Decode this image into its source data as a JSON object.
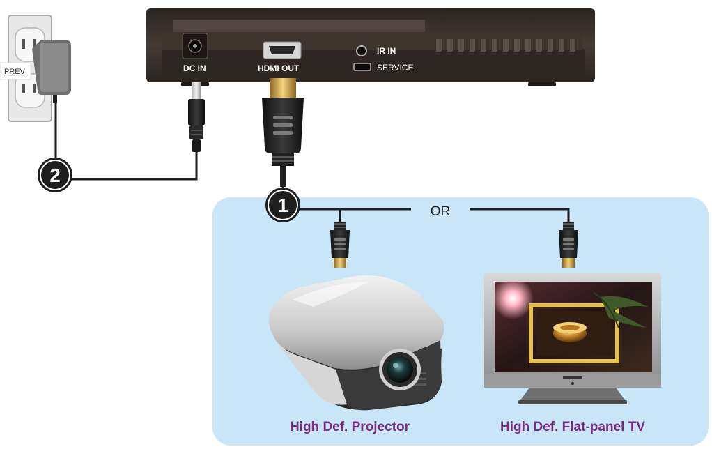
{
  "diagram": {
    "prev_link": "PREV",
    "ports": {
      "dc_in": "DC IN",
      "hdmi_out": "HDMI OUT",
      "ir_in": "IR IN",
      "service": "SERVICE"
    },
    "steps": {
      "step_1": "1",
      "step_2": "2"
    },
    "or_label": "OR",
    "devices": {
      "projector": "High Def. Projector",
      "tv": "High Def. Flat-panel TV"
    }
  },
  "colors": {
    "panel_bg": "#c8e6f7",
    "device_label": "#7b2a82",
    "box_body": "#3a302b",
    "cable": "#1e1e1e",
    "gold": "#d9a441"
  }
}
